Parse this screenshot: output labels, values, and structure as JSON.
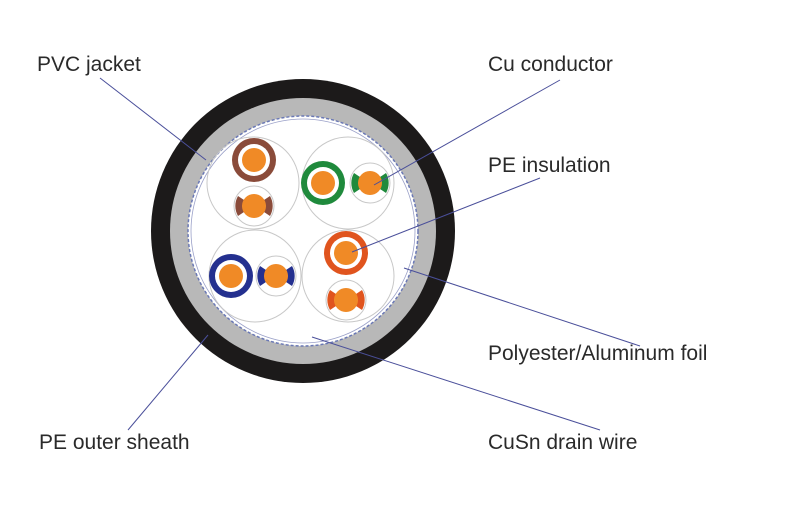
{
  "labels": {
    "pvc_jacket": "PVC jacket",
    "cu_conductor": "Cu conductor",
    "pe_insulation": "PE insulation",
    "polyester_foil": "Polyester/Aluminum foil",
    "pe_outer_sheath": "PE outer sheath",
    "cusn_drain_wire": "CuSn drain wire"
  },
  "colors": {
    "jacket": "#1c1a1a",
    "sheath": "#b8b8b8",
    "foil": "#6a78b5",
    "conductor": "#f08a26",
    "leader_line": "#4a4f9a",
    "pair_brown": "#8a4b3a",
    "pair_green": "#1f8a3c",
    "pair_blue": "#24308f",
    "pair_orange": "#e0541e"
  }
}
